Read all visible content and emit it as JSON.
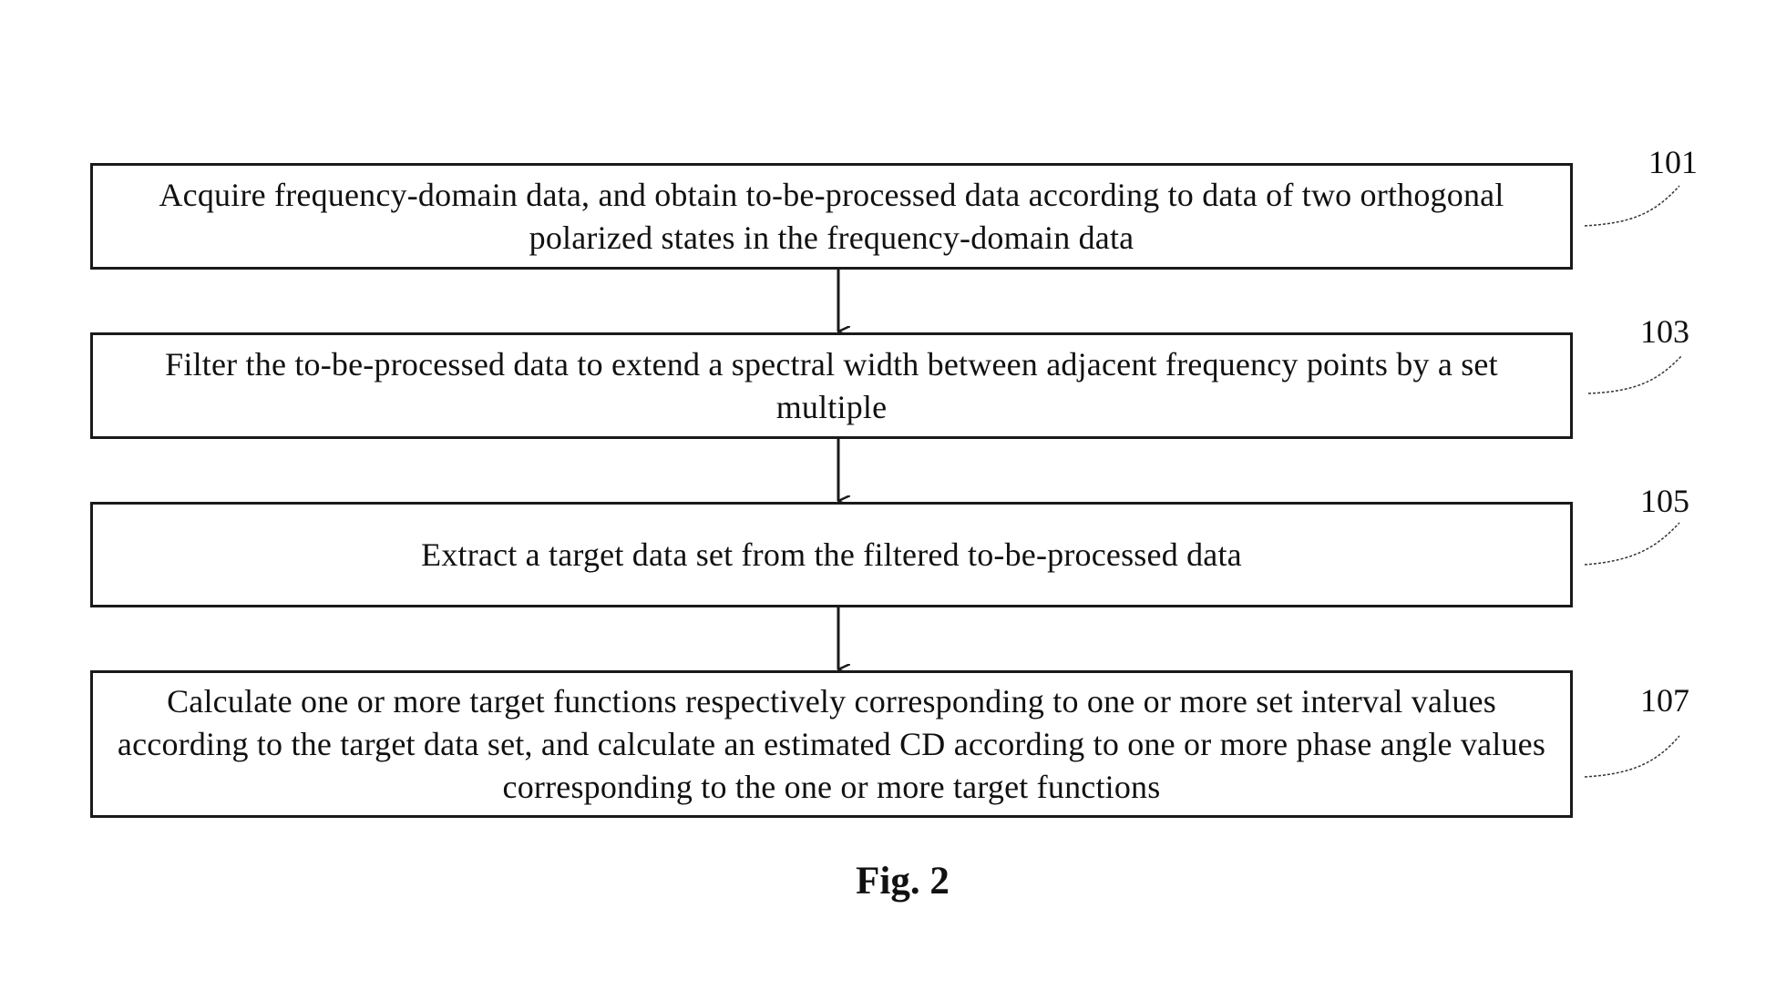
{
  "steps": [
    {
      "id": "101",
      "text": "Acquire frequency-domain data, and obtain to-be-processed data according to data of two orthogonal polarized states in the frequency-domain data"
    },
    {
      "id": "103",
      "text": "Filter the to-be-processed data to extend a spectral width between adjacent frequency points by a set multiple"
    },
    {
      "id": "105",
      "text": "Extract a target data set from the filtered to-be-processed data"
    },
    {
      "id": "107",
      "text": "Calculate one or more target functions respectively corresponding to one or more set interval values according to the target data set, and calculate an estimated CD according to one or more phase angle values corresponding to the one or more target functions"
    }
  ],
  "caption": "Fig. 2"
}
